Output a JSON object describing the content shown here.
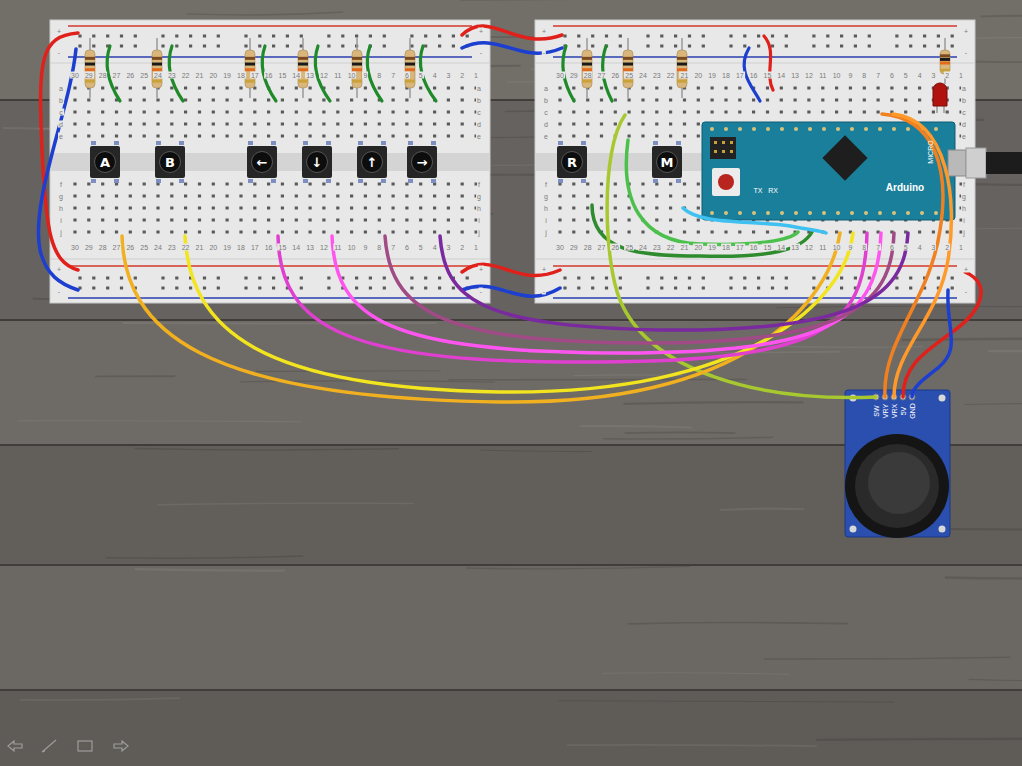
{
  "diagram": {
    "nodes": [
      {
        "text": [
          "A"
        ]
      },
      {
        "text": [
          "B"
        ]
      },
      {
        "text": [
          "←"
        ]
      },
      {
        "text": [
          "↓"
        ]
      },
      {
        "text": [
          "↑"
        ]
      },
      {
        "text": [
          "→"
        ]
      },
      {
        "text": [
          "R"
        ]
      },
      {
        "text": [
          "M"
        ]
      }
    ],
    "labels": [
      "30",
      "29",
      "28",
      "27",
      "26",
      "25",
      "24",
      "23",
      "22",
      "21",
      "20",
      "19",
      "18",
      "17",
      "16",
      "15",
      "14",
      "13",
      "12",
      "11",
      "10",
      "9",
      "8",
      "7",
      "6",
      "5",
      "4",
      "3",
      "2",
      "1",
      "30",
      "29",
      "28",
      "27",
      "26",
      "25",
      "24",
      "23",
      "22",
      "21",
      "20",
      "19",
      "18",
      "17",
      "16",
      "15",
      "14",
      "13",
      "12",
      "11",
      "10",
      "9",
      "8",
      "7",
      "6",
      "5",
      "4",
      "3",
      "2",
      "1",
      "a",
      "b",
      "c",
      "d",
      "e",
      "f",
      "g",
      "h",
      "i",
      "j",
      "a",
      "b",
      "c",
      "d",
      "e",
      "f",
      "g",
      "h",
      "i",
      "j",
      "+",
      "-",
      "+",
      "-",
      "+",
      "-",
      "+",
      "-",
      "30",
      "29",
      "28",
      "27",
      "26",
      "25",
      "24",
      "23",
      "22",
      "21",
      "20",
      "19",
      "18",
      "17",
      "16",
      "15",
      "14",
      "13",
      "12",
      "11",
      "10",
      "9",
      "8",
      "7",
      "6",
      "5",
      "4",
      "3",
      "2",
      "1",
      "30",
      "29",
      "28",
      "27",
      "26",
      "25",
      "24",
      "23",
      "22",
      "21",
      "20",
      "19",
      "18",
      "17",
      "16",
      "15",
      "14",
      "13",
      "12",
      "11",
      "10",
      "9",
      "8",
      "7",
      "6",
      "5",
      "4",
      "3",
      "2",
      "1",
      "a",
      "b",
      "c",
      "d",
      "e",
      "f",
      "g",
      "h",
      "i",
      "j",
      "a",
      "b",
      "c",
      "d",
      "e",
      "f",
      "g",
      "h",
      "i",
      "j",
      "+",
      "-",
      "+",
      "-",
      "+",
      "-",
      "+",
      "-",
      "TX",
      "RX",
      "Arduino",
      "MICRO",
      "SW",
      "VRY",
      "VRX",
      "5V",
      "GND"
    ]
  }
}
